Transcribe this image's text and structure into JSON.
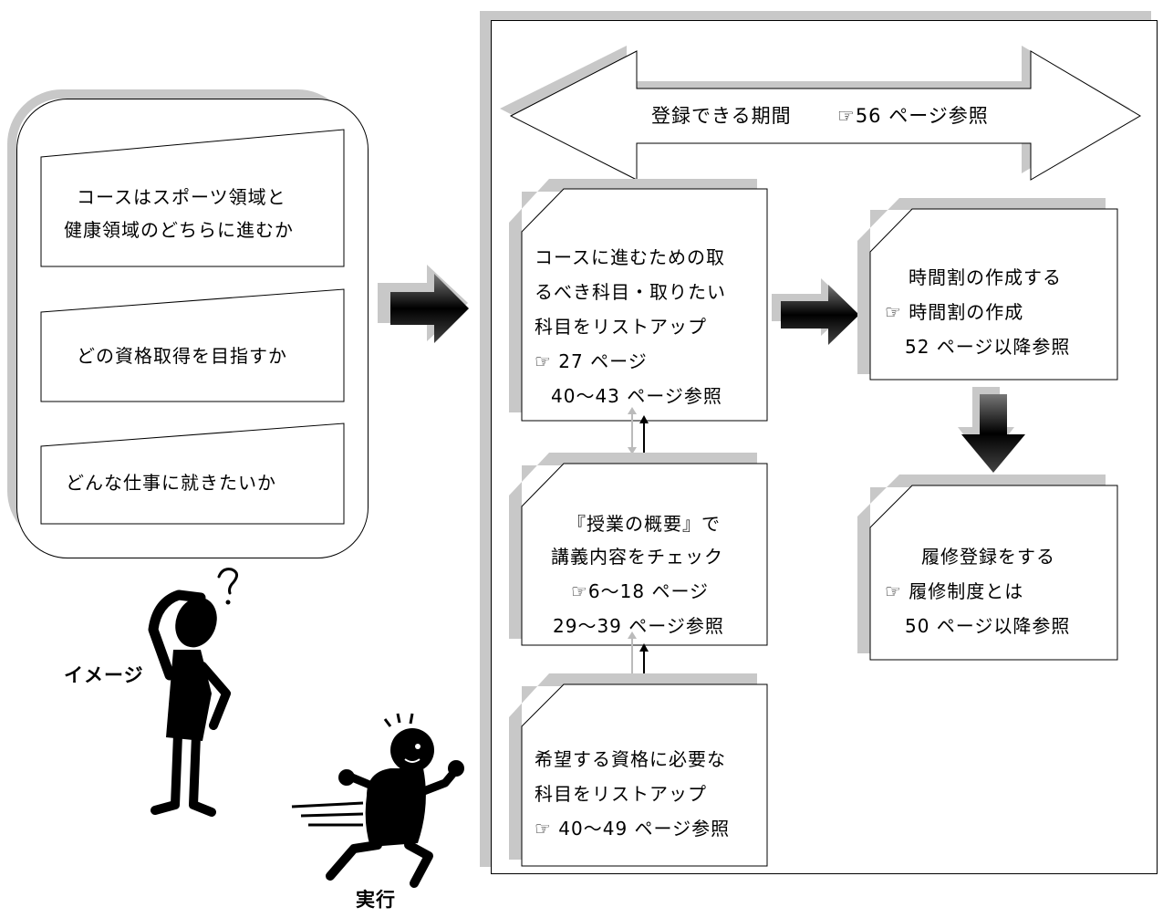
{
  "left_panel": {
    "items": [
      {
        "line1": "コースはスポーツ領域と",
        "line2": "健康領域のどちらに進むか"
      },
      {
        "line1": "どの資格取得を目指すか"
      },
      {
        "line1": "どんな仕事に就きたいか"
      }
    ]
  },
  "figures": {
    "thinking_label": "イメージ",
    "running_label": "実行"
  },
  "period_arrow": {
    "label": "登録できる期間",
    "ref": "☞56 ページ参照"
  },
  "boxes": {
    "course": {
      "line1": "コースに進むための取",
      "line2": "るべき科目・取りたい",
      "line3": "科目をリストアップ",
      "line4": "☞ 27 ページ",
      "line5": "40～43 ページ参照"
    },
    "syllabus": {
      "line1": "『授業の概要』で",
      "line2": "講義内容をチェック",
      "line3": "☞6～18 ページ",
      "line4": "29～39 ページ参照"
    },
    "qualification": {
      "line1": "希望する資格に必要な",
      "line2": "科目をリストアップ",
      "line3": "☞ 40～49 ページ参照"
    },
    "timetable": {
      "line1": "時間割の作成する",
      "line2": "☞ 時間割の作成",
      "line3": "52 ページ以降参照"
    },
    "registration": {
      "line1": "履修登録をする",
      "line2": "☞ 履修制度とは",
      "line3": "50 ページ以降参照"
    }
  }
}
